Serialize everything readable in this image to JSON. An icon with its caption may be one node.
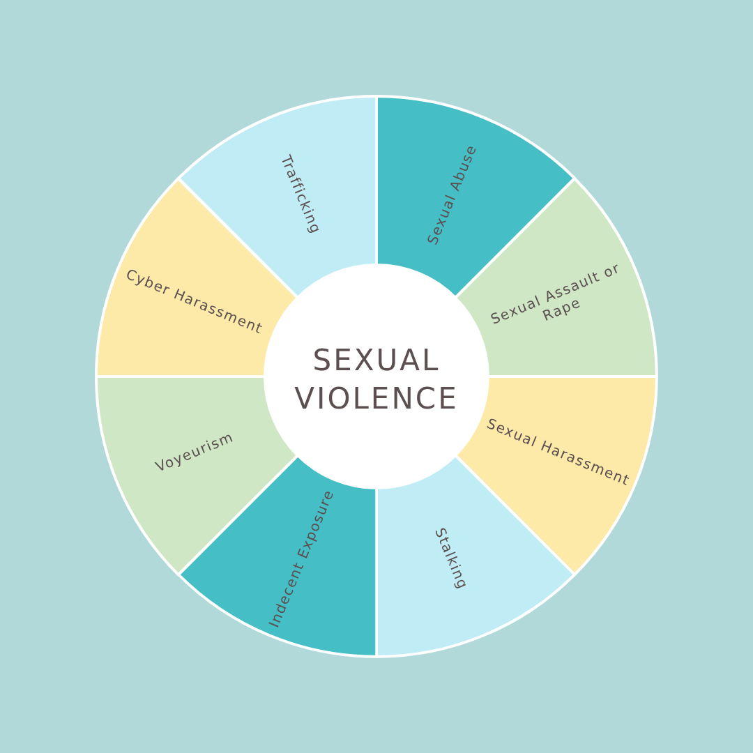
{
  "diagram": {
    "nodes": [
      {
        "text": [
          "SEXUAL VIOLENCE"
        ]
      },
      {
        "text": [
          "Sexual Abuse"
        ]
      },
      {
        "text": [
          "Sexual Assault or Rape"
        ]
      },
      {
        "text": [
          "Sexual Harassment"
        ]
      },
      {
        "text": [
          "Stalking"
        ]
      },
      {
        "text": [
          "Indecent Exposure"
        ]
      },
      {
        "text": [
          "Voyeurism"
        ]
      },
      {
        "text": [
          "Cyber Harassment"
        ]
      },
      {
        "text": [
          "Trafficking"
        ]
      }
    ]
  }
}
